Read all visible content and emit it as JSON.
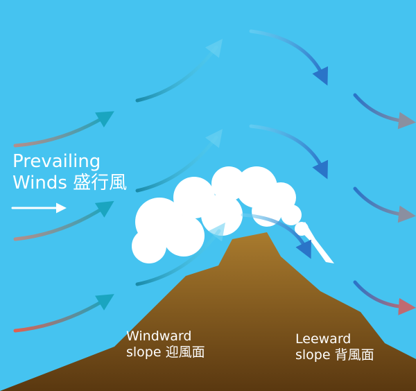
{
  "labels": {
    "prevailing_line1": "Prevailing",
    "prevailing_line2": "Winds 盛行風",
    "windward_line1": "Windward",
    "windward_line2": "slope 迎風面",
    "leeward_line1": "Leeward",
    "leeward_line2": "slope 背風面"
  },
  "colors": {
    "sky": "#45c3f0",
    "mountain_top": "#a97b2e",
    "mountain_bottom": "#5a3810",
    "cloud": "#ffffff",
    "warm_air": "#d9705a",
    "rising_air": "#1a9fbf",
    "descending_air": "#2a74c8",
    "leeward_air": "#8a8fa0"
  }
}
